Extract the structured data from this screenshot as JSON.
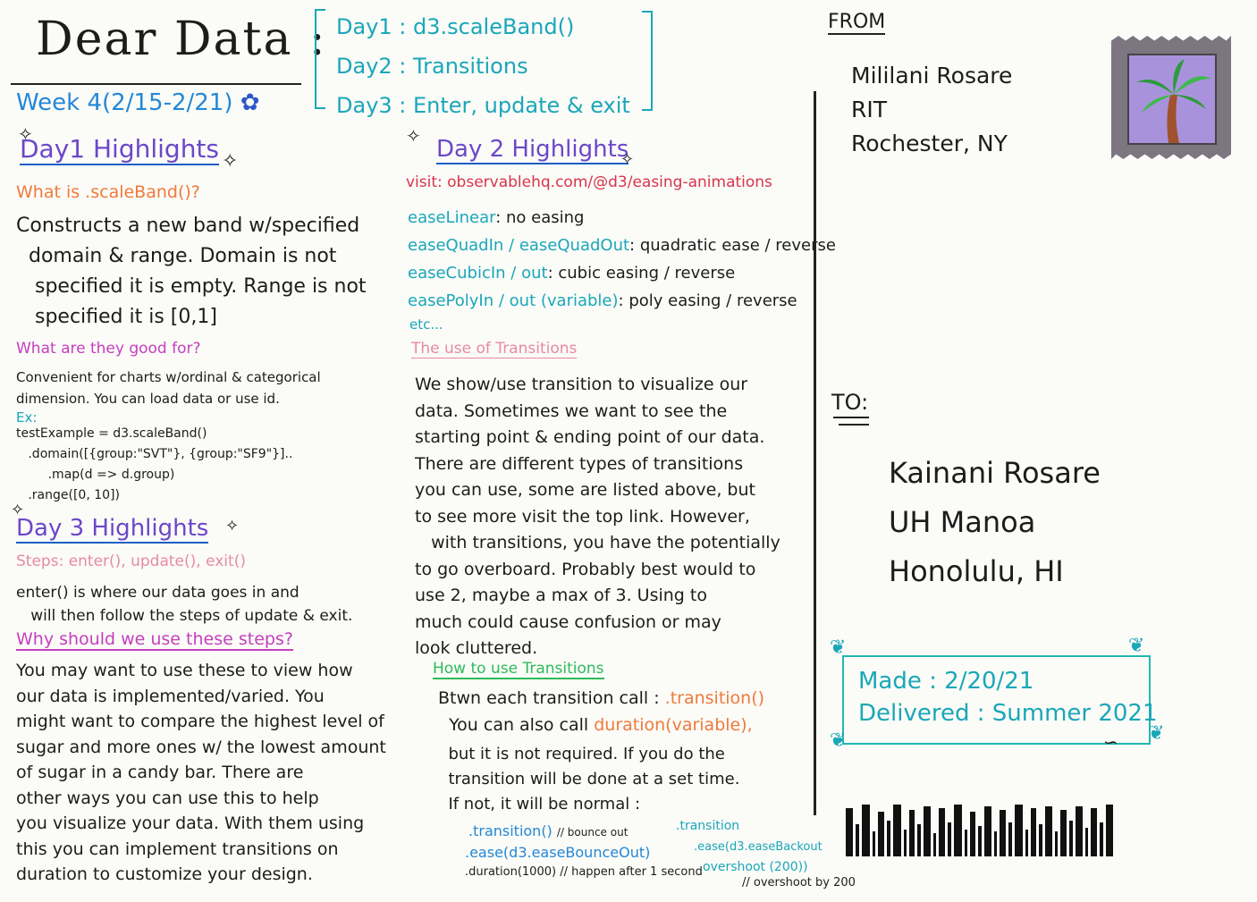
{
  "header": {
    "title": "Dear Data :",
    "week": "Week 4(2/15-2/21)",
    "agenda": [
      "Day1 : d3.scaleBand()",
      "Day2 : Transitions",
      "Day3 : Enter, update & exit"
    ]
  },
  "day1": {
    "heading": "Day1 Highlights",
    "question1": "What is .scaleBand()?",
    "answer1": "Constructs a new band w/specified\n  domain & range. Domain is not\n   specified it is empty. Range is not\n   specified it is [0,1]",
    "question2": "What are they good for?",
    "answer2": "Convenient for charts w/ordinal & categorical\ndimension. You can load data or use id.",
    "ex_label": "Ex:",
    "code": "testExample = d3.scaleBand()\n   .domain([{group:\"SVT\"}, {group:\"SF9\"}]..\n        .map(d => d.group)\n   .range([0, 10])"
  },
  "day3": {
    "heading": "Day 3 Highlights",
    "steps": "Steps: enter(), update(), exit()",
    "intro": "enter() is where our data goes in and\n   will then follow the steps of update & exit.",
    "question": "Why should we use these steps?",
    "answer": "You may want to use these to view how\nour data is implemented/varied. You\nmight want to compare the highest level of\nsugar and more ones w/ the lowest amount\nof sugar in a candy bar. There are\nother ways you can use this to help\nyou visualize your data. With them using\nthis you can implement transitions on\nduration to customize your design."
  },
  "day2": {
    "heading": "Day 2 Highlights",
    "visit": "visit: observablehq.com/@d3/easing-animations",
    "easings": [
      {
        "name": "easeLinear",
        "desc": ": no easing"
      },
      {
        "name": "easeQuadIn / easeQuadOut",
        "desc": ": quadratic ease / reverse"
      },
      {
        "name": "easeCubicIn / out",
        "desc": ": cubic easing / reverse"
      },
      {
        "name": "easePolyIn / out (variable)",
        "desc": ": poly easing / reverse"
      }
    ],
    "etc": "etc...",
    "use_heading": "The use of Transitions",
    "use_text": "We show/use transition to visualize our\ndata. Sometimes we want to see the\nstarting point & ending point of our data.\nThere are different types of transitions\nyou can use, some are listed above, but\nto see more visit the top link. However,\n   with transitions, you have the potentially\nto go overboard. Probably best would to\nuse 2, maybe a max of 3. Using to\nmuch could cause confusion or may\nlook cluttered.",
    "how_heading": "How to use Transitions",
    "how_line1_a": "Btwn each transition call : ",
    "how_line1_b": ".transition()",
    "how_line2_a": "  You can also call ",
    "how_line2_b": "duration(variable),",
    "how_rest": "  but it is not required. If you do the\n  transition will be done at a set time.\n  If not, it will be normal :",
    "code1": ".transition()",
    "code1_note": "// bounce out",
    "code2": ".ease(d3.easeBounceOut)",
    "code3": ".duration(1000) // happen after 1 second",
    "side1": ".transition",
    "side2": ".ease(d3.easeBackout",
    "side3": "overshoot (200))",
    "side4": "// overshoot by 200"
  },
  "address": {
    "from_label": "FROM",
    "from_name": "Mililani Rosare",
    "from_org": "RIT",
    "from_city": "Rochester, NY",
    "to_label": "TO:",
    "to_name": "Kainani Rosare",
    "to_org": "UH Manoa",
    "to_city": "Honolulu, HI"
  },
  "made": {
    "made": "Made : 2/20/21",
    "delivered": "Delivered : Summer 2021"
  },
  "colors": {
    "teal": "#1aa7b8",
    "purple": "#6b47c9",
    "orange": "#f07a3a",
    "magenta": "#c53fbf"
  }
}
